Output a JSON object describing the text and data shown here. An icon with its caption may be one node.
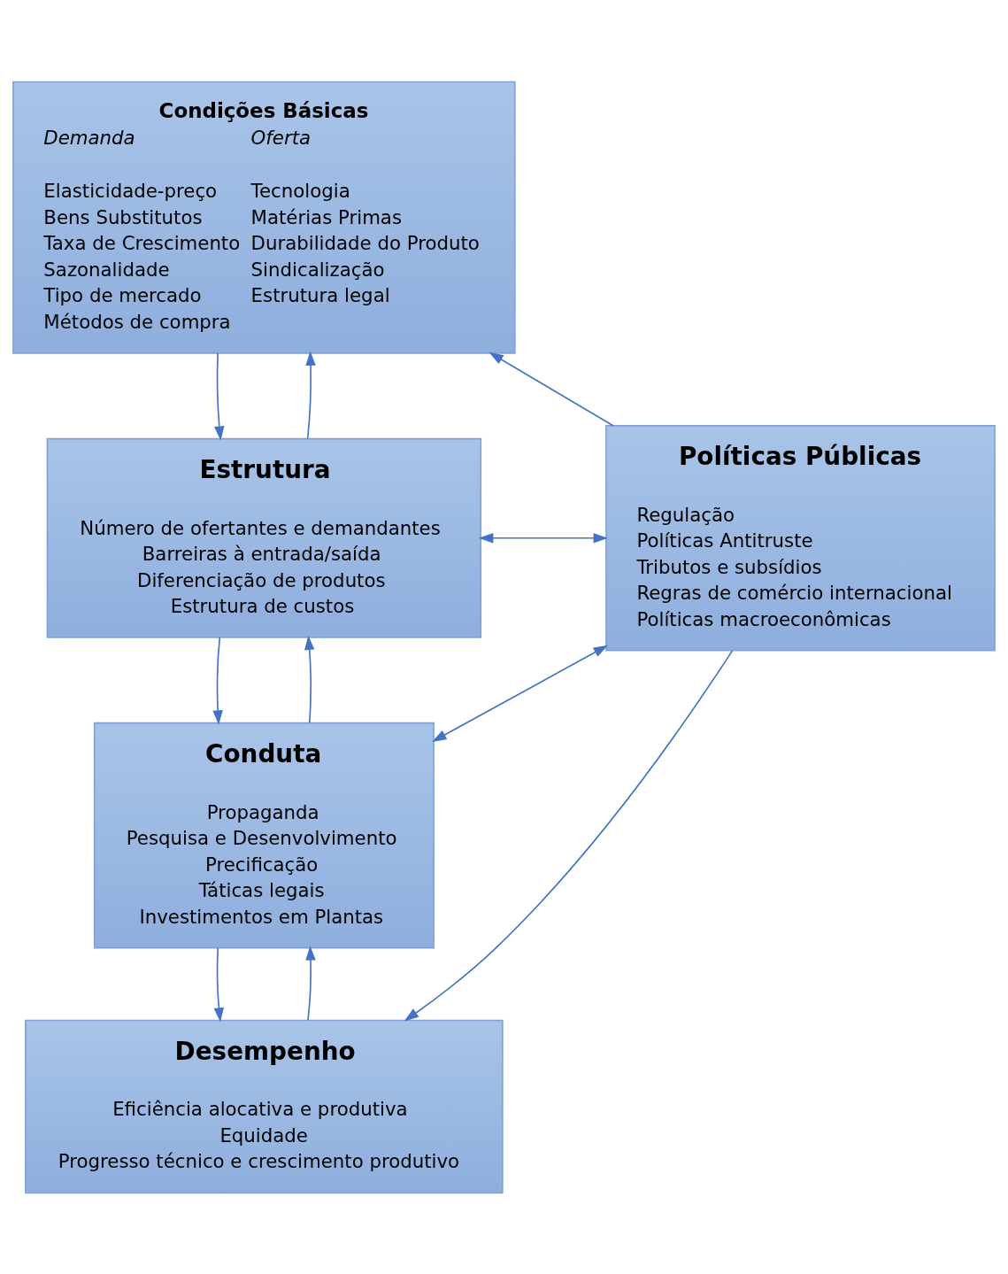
{
  "diagram": {
    "nodes": [
      {
        "text": [
          "Condições Básicas",
          "Demanda",
          "Elasticidade-preço",
          "Bens Substitutos",
          "Taxa de Crescimento",
          "Sazonalidade",
          "Tipo de mercado",
          "Métodos de compra",
          "Oferta",
          "Tecnologia",
          "Matérias Primas",
          "Durabilidade do Produto",
          "Sindicalização",
          "Estrutura legal"
        ]
      },
      {
        "text": [
          "Estrutura",
          "Número de ofertantes e demandantes",
          "Barreiras à entrada/saída",
          "Diferenciação de produtos",
          "Estrutura de custos"
        ]
      },
      {
        "text": [
          "Conduta",
          "Propaganda",
          "Pesquisa e Desenvolvimento",
          "Precificação",
          "Táticas legais",
          "Investimentos em Plantas"
        ]
      },
      {
        "text": [
          "Desempenho",
          "Eficiência alocativa e produtiva",
          "Equidade",
          "Progresso técnico e crescimento produtivo"
        ]
      },
      {
        "text": [
          "Políticas Públicas",
          "Regulação",
          "Políticas Antitruste",
          "Tributos e subsídios",
          "Regras de comércio internacional",
          "Políticas macroeconômicas"
        ]
      }
    ],
    "edges": [
      {
        "from": 1,
        "to": 0,
        "arrow": "to"
      },
      {
        "from": 0,
        "to": 1,
        "arrow": "to"
      },
      {
        "from": 2,
        "to": 1,
        "arrow": "to"
      },
      {
        "from": 1,
        "to": 2,
        "arrow": "to"
      },
      {
        "from": 3,
        "to": 2,
        "arrow": "to"
      },
      {
        "from": 2,
        "to": 3,
        "arrow": "to"
      },
      {
        "from": 4,
        "to": 0,
        "arrow": "to"
      },
      {
        "from": 4,
        "to": 1,
        "arrow": "both"
      },
      {
        "from": 4,
        "to": 2,
        "arrow": "both"
      },
      {
        "from": 4,
        "to": 3,
        "arrow": "to"
      }
    ]
  }
}
